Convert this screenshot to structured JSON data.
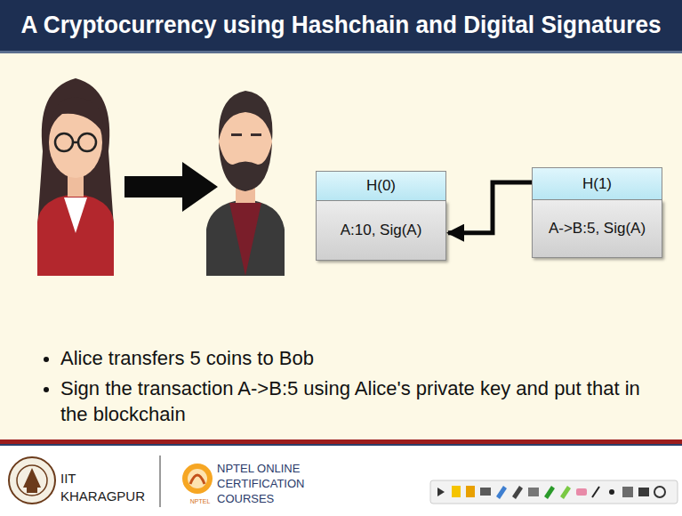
{
  "diagram": {
    "title": "A Cryptocurrency using Hashchain and Digital Signatures",
    "nodes": [
      {
        "text": [
          "H(0)",
          "A:10, Sig(A)"
        ]
      },
      {
        "text": [
          "H(1)",
          "A->B:5, Sig(A)"
        ]
      }
    ],
    "edges": [
      {
        "from": 1,
        "to": 0,
        "arrow": "to"
      }
    ],
    "labels": [
      "Alice transfers 5 coins to Bob",
      "Sign the transaction A->B:5 using Alice's private key and put that in the blockchain",
      "IIT KHARAGPUR",
      "NPTEL ONLINE CERTIFICATION COURSES",
      "NPTEL"
    ]
  }
}
